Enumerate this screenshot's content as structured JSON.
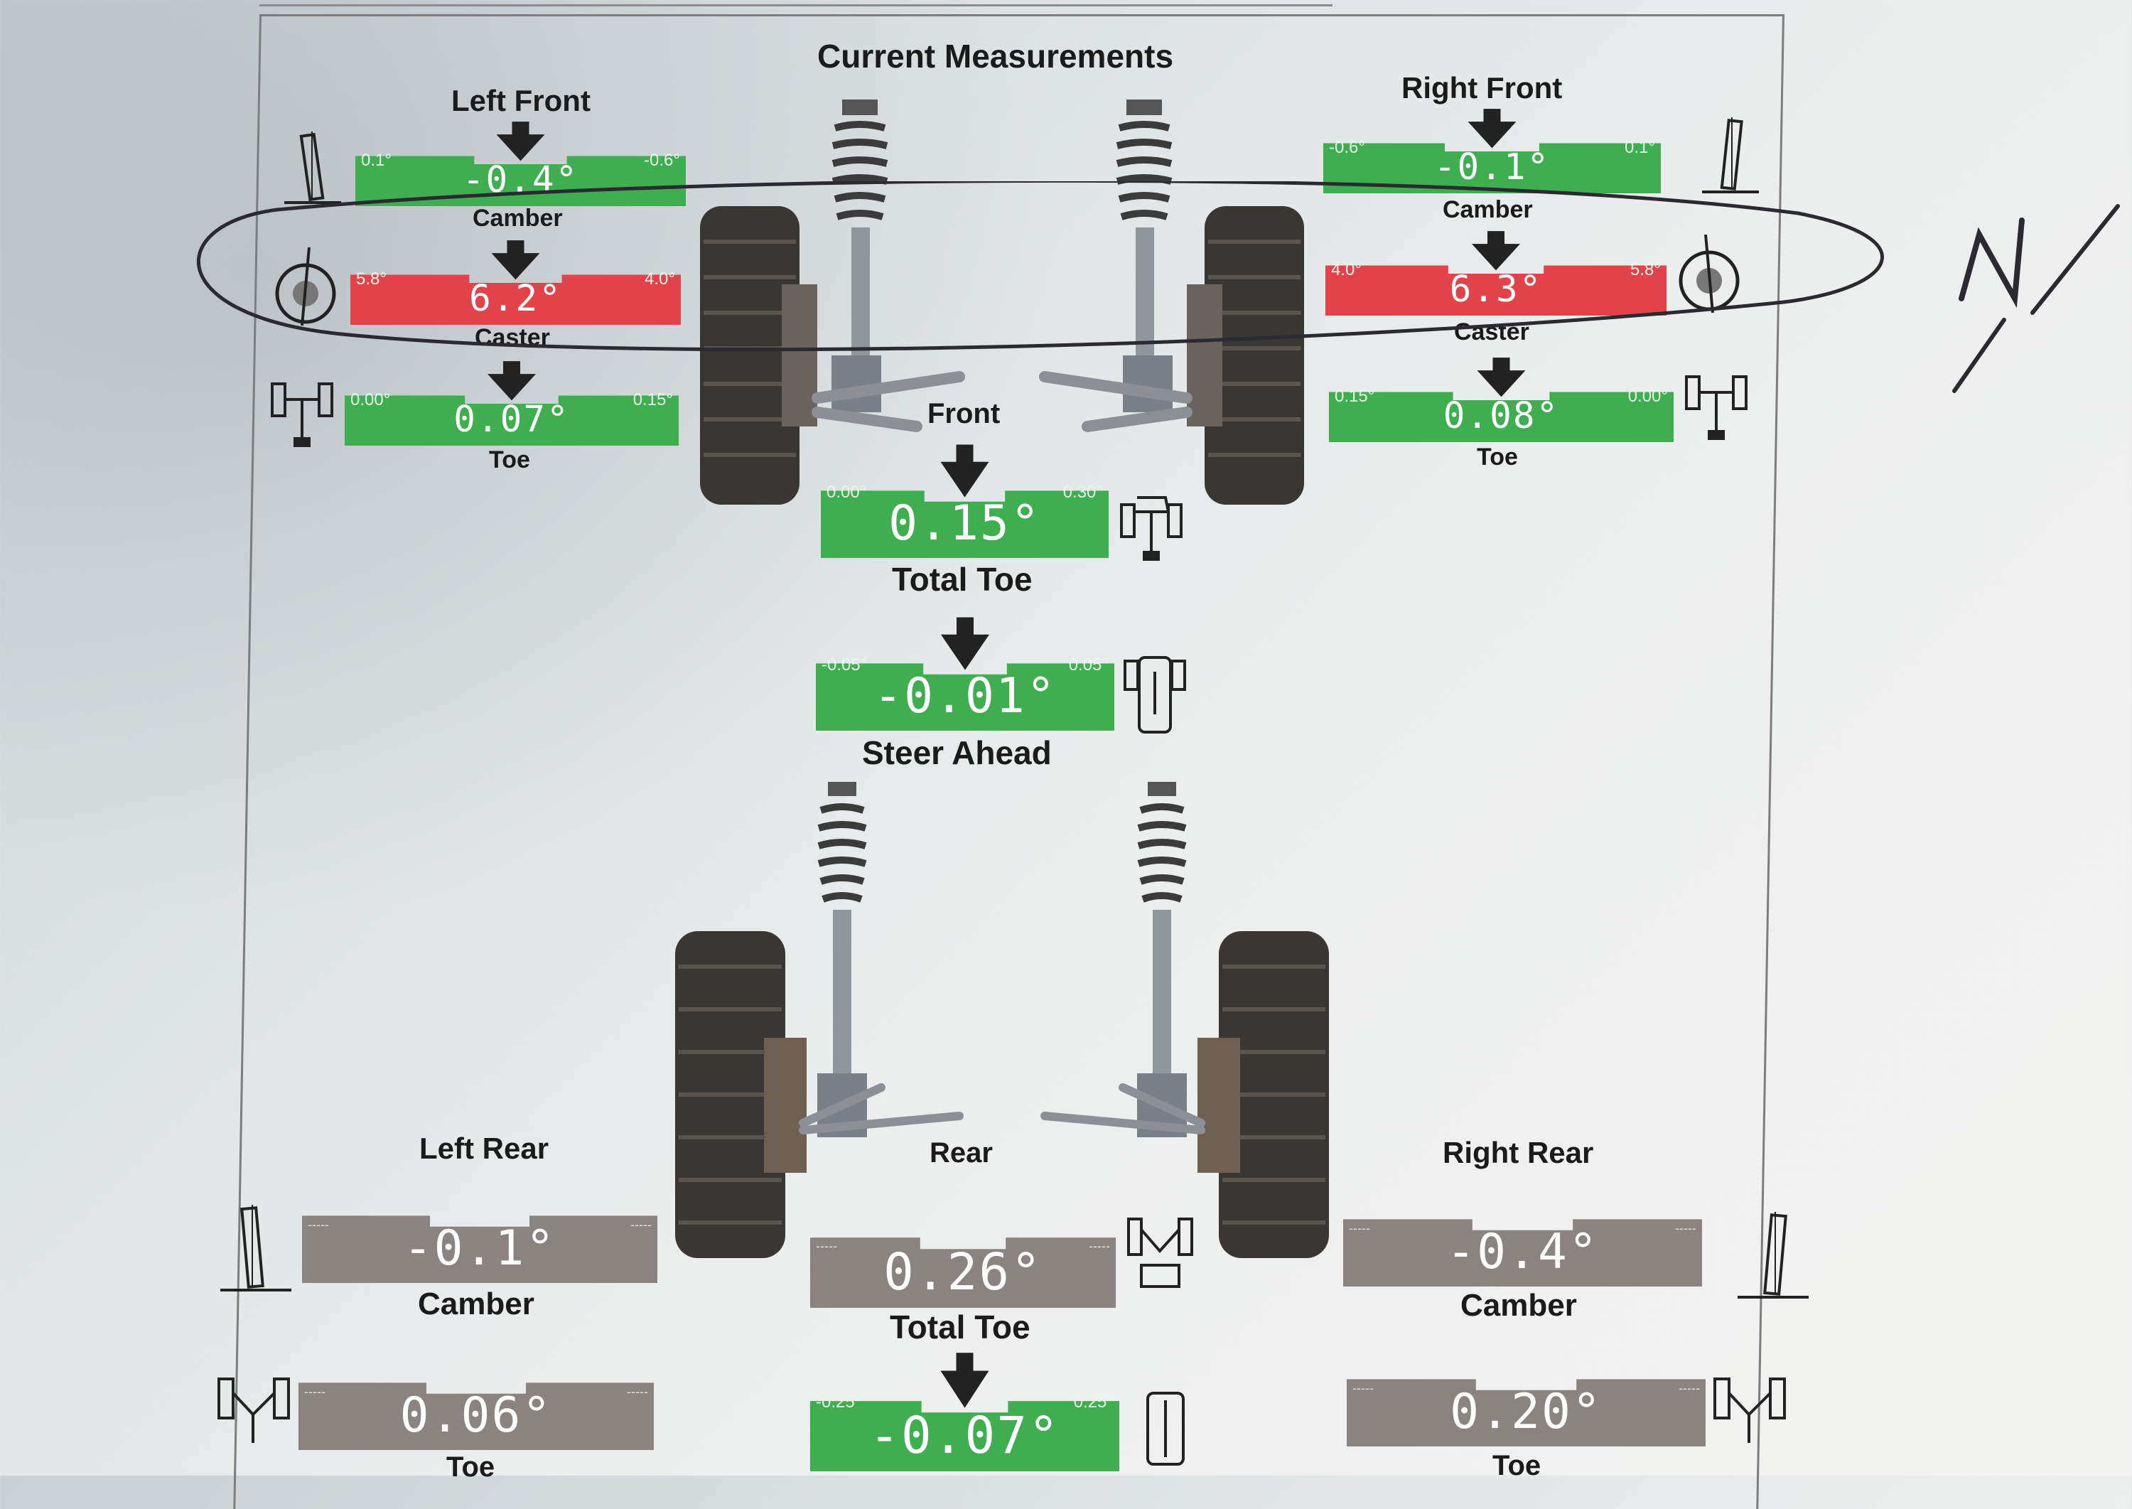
{
  "header": {
    "title": "Current Measurements"
  },
  "left_front": {
    "label": "Left Front",
    "camber": {
      "label": "Camber",
      "value": "-0.4°",
      "min": "0.1°",
      "max": "-0.6°",
      "status": "green"
    },
    "caster": {
      "label": "Caster",
      "value": "6.2°",
      "min": "5.8°",
      "max": "4.0°",
      "status": "red"
    },
    "toe": {
      "label": "Toe",
      "value": "0.07°",
      "min": "0.00°",
      "max": "0.15°",
      "status": "green"
    }
  },
  "right_front": {
    "label": "Right Front",
    "camber": {
      "label": "Camber",
      "value": "-0.1°",
      "min": "-0.6°",
      "max": "0.1°",
      "status": "green"
    },
    "caster": {
      "label": "Caster",
      "value": "6.3°",
      "min": "4.0°",
      "max": "5.8°",
      "status": "red"
    },
    "toe": {
      "label": "Toe",
      "value": "0.08°",
      "min": "0.15°",
      "max": "0.00°",
      "status": "green"
    }
  },
  "front": {
    "label": "Front",
    "total_toe": {
      "label": "Total Toe",
      "value": "0.15°",
      "min": "0.00°",
      "max": "0.30°",
      "status": "green"
    },
    "steer_ahead": {
      "label": "Steer Ahead",
      "value": "-0.01°",
      "min": "-0.05°",
      "max": "0.05°",
      "status": "green"
    }
  },
  "left_rear": {
    "label": "Left Rear",
    "camber": {
      "label": "Camber",
      "value": "-0.1°",
      "min": "-----",
      "max": "-----",
      "status": "gray"
    },
    "toe": {
      "label": "Toe",
      "value": "0.06°",
      "min": "-----",
      "max": "-----",
      "status": "gray"
    }
  },
  "right_rear": {
    "label": "Right Rear",
    "camber": {
      "label": "Camber",
      "value": "-0.4°",
      "min": "-----",
      "max": "-----",
      "status": "gray"
    },
    "toe": {
      "label": "Toe",
      "value": "0.20°",
      "min": "-----",
      "max": "-----",
      "status": "gray"
    }
  },
  "rear": {
    "label": "Rear",
    "total_toe": {
      "label": "Total Toe",
      "value": "0.26°",
      "min": "-----",
      "max": "-----",
      "status": "gray"
    },
    "thrust": {
      "label": "",
      "value": "-0.07°",
      "min": "-0.25°",
      "max": "0.25°",
      "status": "green"
    }
  },
  "colors": {
    "green": "#3fae51",
    "red": "#e2434b",
    "gray": "#8a8380",
    "arrow": "#222222",
    "ink": "#2a2a30"
  },
  "annotation": {
    "handwritten": "N/A"
  }
}
